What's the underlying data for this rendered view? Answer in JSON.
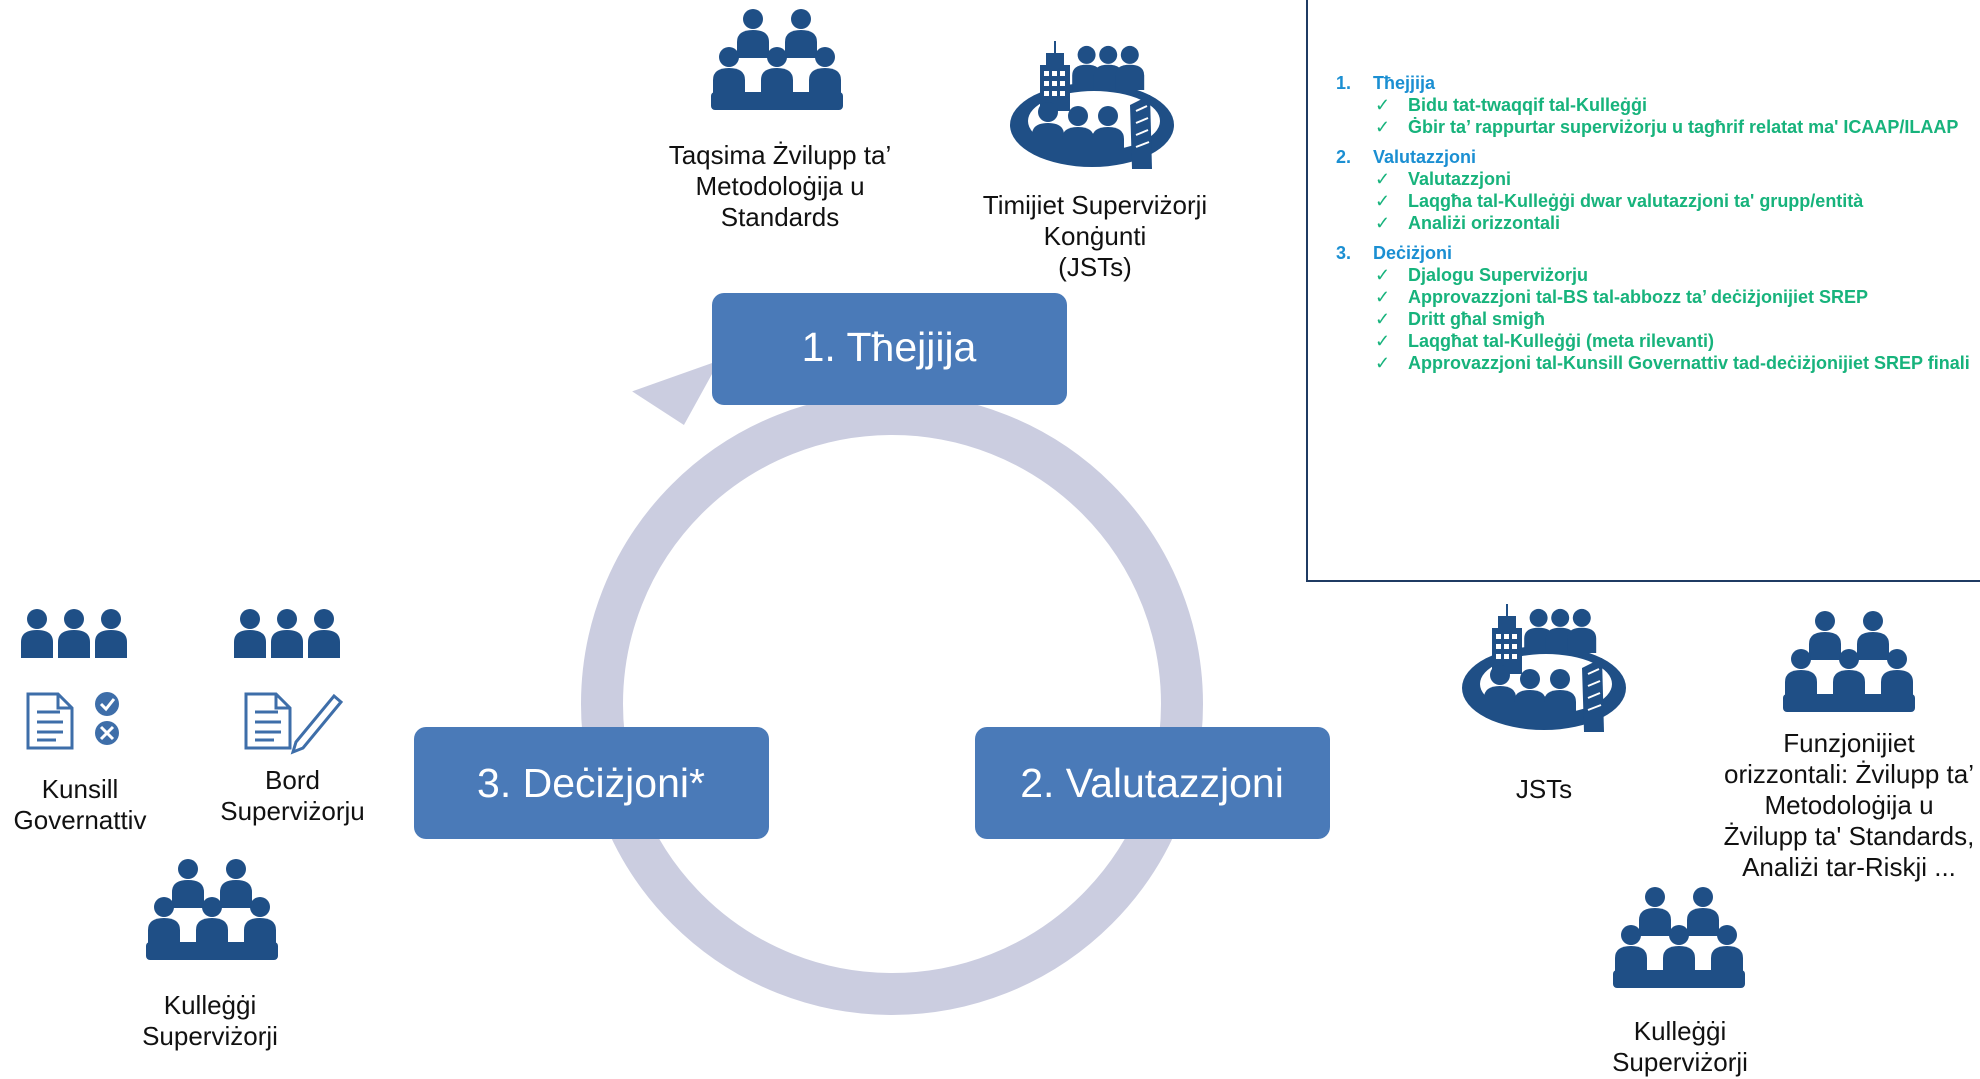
{
  "colors": {
    "stage_box": "#4a7ab8",
    "cycle_arrow": "#cbcde0",
    "icon": "#1f4f86",
    "legend_heading": "#1b8fd2",
    "legend_item": "#17b37c"
  },
  "stages": [
    {
      "label": "1. Tħejjija"
    },
    {
      "label": "2. Valutazzjoni"
    },
    {
      "label": "3. Deċiżjoni*"
    }
  ],
  "actors": {
    "methodology": {
      "icon": "people-group-icon",
      "label_lines": [
        "Taqsima Żvilupp ta’",
        "Metodoloġija u",
        "Standards"
      ]
    },
    "jst_top": {
      "icon": "jst-team-icon",
      "label_lines": [
        "Timijiet Superviżorji",
        "Konġunti",
        "(JSTs)"
      ]
    },
    "governing_council": {
      "icon": "people-row-icon",
      "doc_icon": "document-approve-reject-icon",
      "label_lines": [
        "Kunsill",
        "Governattiv"
      ]
    },
    "supervisory_board": {
      "icon": "people-row-icon",
      "doc_icon": "document-edit-icon",
      "label_lines": [
        "Bord",
        "Superviżorju"
      ]
    },
    "colleges_left": {
      "icon": "people-group-icon",
      "label_lines": [
        "Kulleġġi",
        "Superviżorji"
      ]
    },
    "jst_right": {
      "icon": "jst-team-icon",
      "label_lines": [
        "JSTs"
      ]
    },
    "horizontal_functions": {
      "icon": "people-group-icon",
      "label_lines": [
        "Funzjonijiet",
        "orizzontali: Żvilupp ta’",
        "Metodoloġija u",
        "Żvilupp ta' Standards,",
        "Analiżi tar-Riskji ..."
      ]
    },
    "colleges_right": {
      "icon": "people-group-icon",
      "label_lines": [
        "Kulleġġi",
        "Superviżorji"
      ]
    }
  },
  "legend": {
    "sections": [
      {
        "number": "1.",
        "title": "Tħejjija",
        "items": [
          "Bidu tat-twaqqif tal-Kulleġġi",
          "Ġbir ta’ rappurtar superviżorju u tagħrif relatat ma' ICAAP/ILAAP"
        ]
      },
      {
        "number": "2.",
        "title": "Valutazzjoni",
        "items": [
          "Valutazzjoni",
          "Laqgħa tal-Kulleġġi dwar valutazzjoni ta' grupp/entità",
          "Analiżi orizzontali"
        ]
      },
      {
        "number": "3.",
        "title": "Deċiżjoni",
        "items": [
          "Djalogu Superviżorju",
          "Approvazzjoni tal-BS tal-abbozz ta’ deċiżjonijiet SREP",
          "Dritt għal smigħ",
          "Laqgħat tal-Kulleġġi (meta rilevanti)",
          "Approvazzjoni tal-Kunsill Governattiv tad-deċiżjonijiet SREP finali"
        ]
      }
    ]
  }
}
